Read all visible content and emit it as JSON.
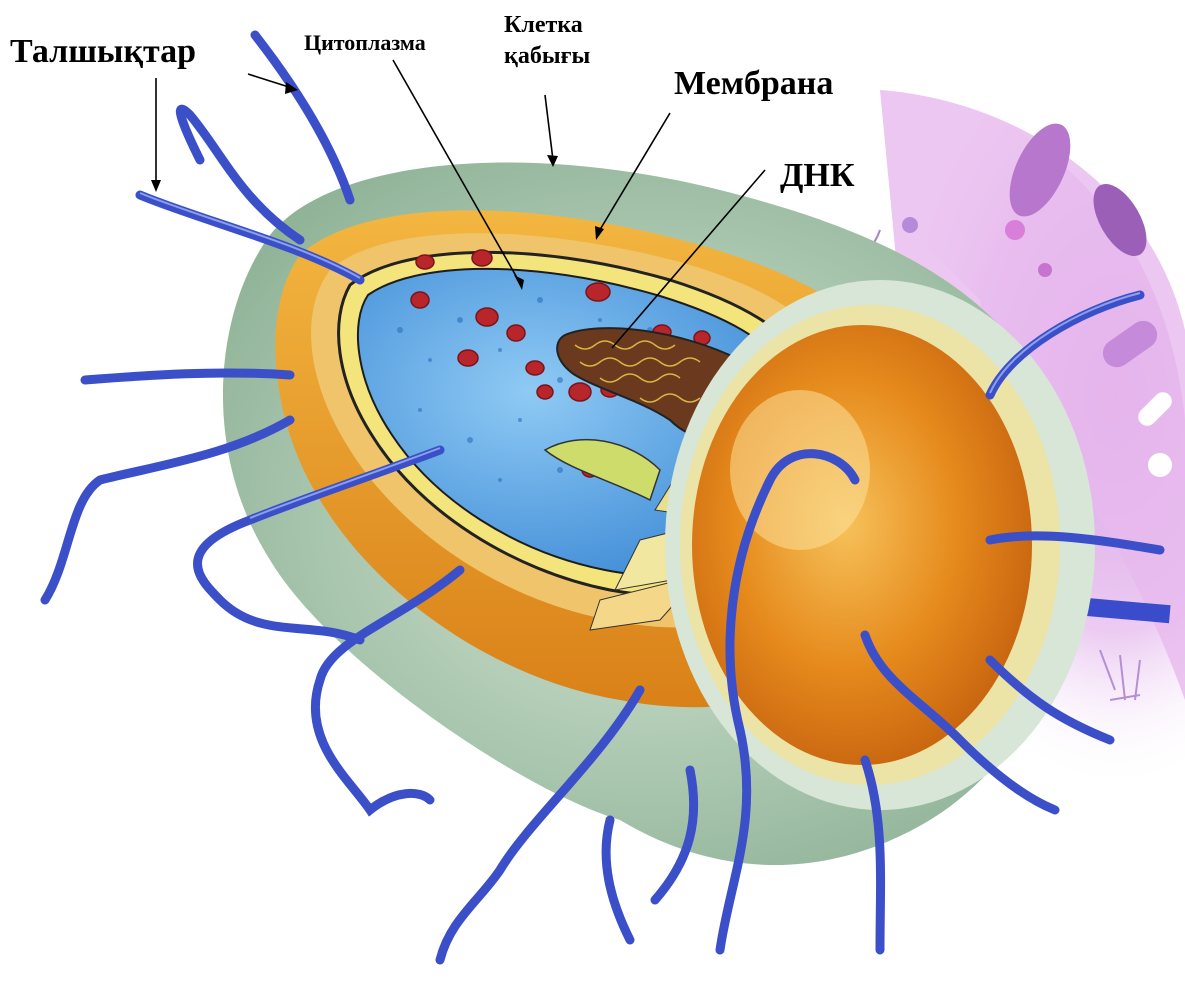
{
  "labels": {
    "flagella": "Талшықтар",
    "cytoplasm": "Цитоплазма",
    "cell_wall_line1": "Клетка",
    "cell_wall_line2": "қабығы",
    "membrane": "Мембрана",
    "dna": "ДНК"
  },
  "colors": {
    "outer_capsule": "#a9c6ae",
    "cell_wall_orange": "#e8a33a",
    "end_cap": "#e08a1d",
    "membrane_yellow": "#f2e27a",
    "cytoplasm_blue": "#5aa8e6",
    "ribosome_red": "#b8262b",
    "dna_brown": "#6b3a1e",
    "flagella_blue": "#3b4fc9",
    "background_pink": "#e9c4ee",
    "background_purple": "#c58ad9",
    "label_text": "#000000"
  }
}
